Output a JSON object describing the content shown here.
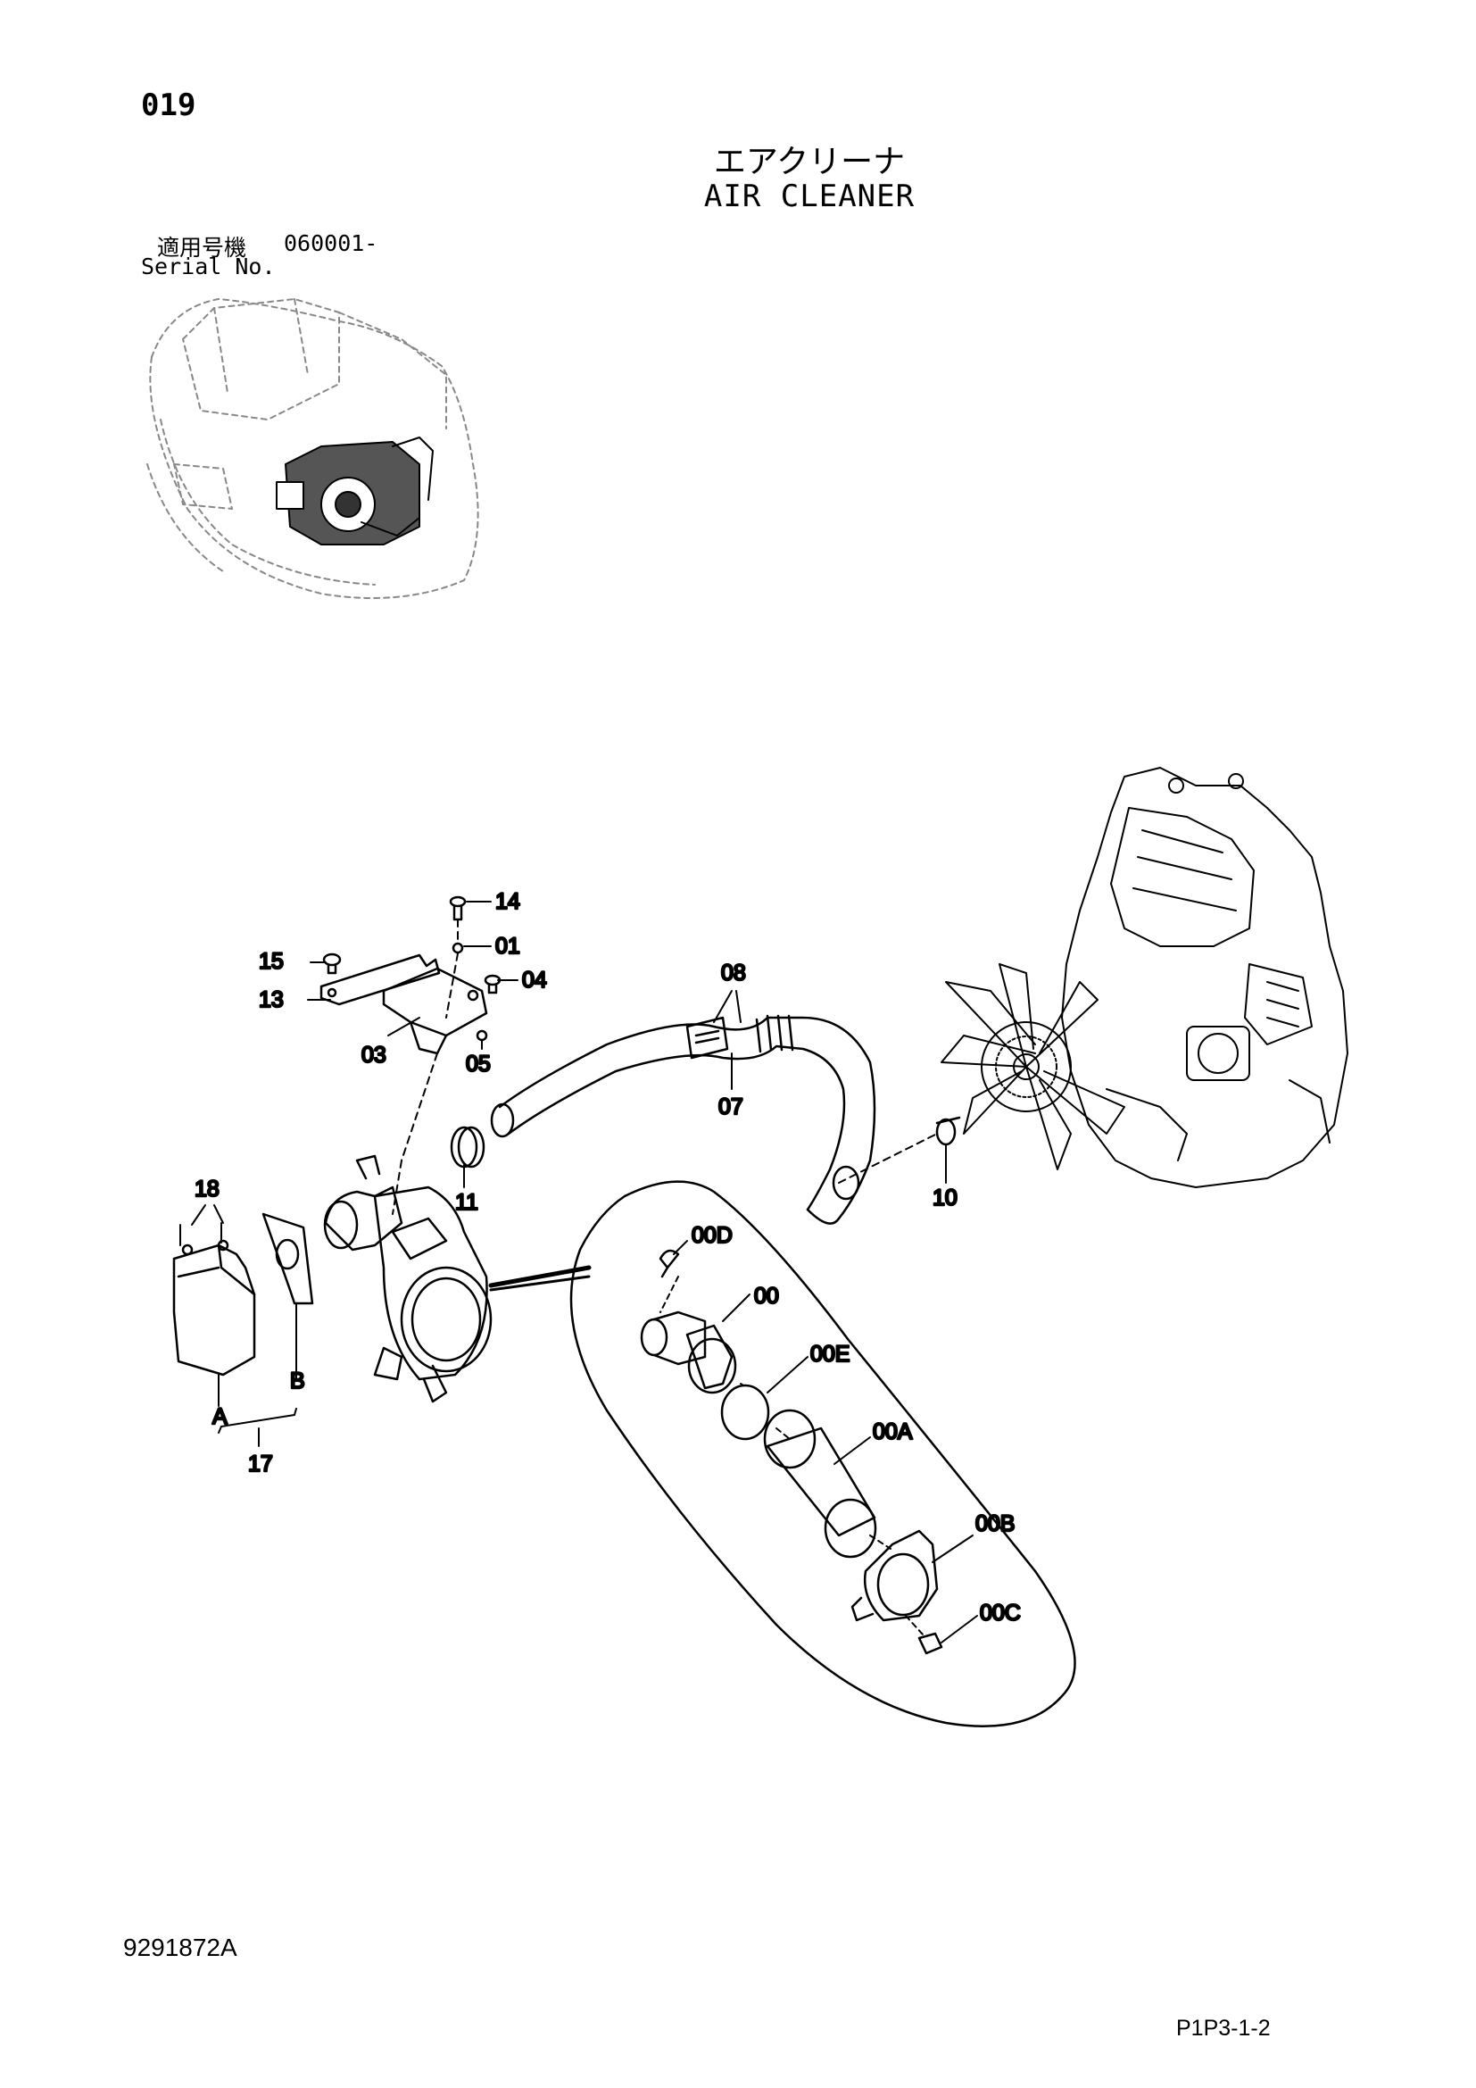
{
  "header": {
    "page_number": "019",
    "title_ja": "エアクリーナ",
    "title_en": "AIR CLEANER",
    "serial_label_ja": "適用号機",
    "serial_value": "060001-",
    "serial_label_en": "Serial No."
  },
  "callouts": [
    {
      "id": "c14",
      "label": "14"
    },
    {
      "id": "c15",
      "label": "15"
    },
    {
      "id": "c01",
      "label": "01"
    },
    {
      "id": "c04",
      "label": "04"
    },
    {
      "id": "c13",
      "label": "13"
    },
    {
      "id": "c08",
      "label": "08"
    },
    {
      "id": "c03",
      "label": "03"
    },
    {
      "id": "c05",
      "label": "05"
    },
    {
      "id": "c07",
      "label": "07"
    },
    {
      "id": "c11",
      "label": "11"
    },
    {
      "id": "c10",
      "label": "10"
    },
    {
      "id": "c18",
      "label": "18"
    },
    {
      "id": "c00D",
      "label": "00D"
    },
    {
      "id": "c00",
      "label": "00"
    },
    {
      "id": "c00E",
      "label": "00E"
    },
    {
      "id": "cB",
      "label": "B"
    },
    {
      "id": "cA",
      "label": "A"
    },
    {
      "id": "c00A",
      "label": "00A"
    },
    {
      "id": "c17",
      "label": "17"
    },
    {
      "id": "c00B",
      "label": "00B"
    },
    {
      "id": "c00C",
      "label": "00C"
    }
  ],
  "footer": {
    "doc_number": "9291872A",
    "page_code": "P1P3-1-2"
  }
}
